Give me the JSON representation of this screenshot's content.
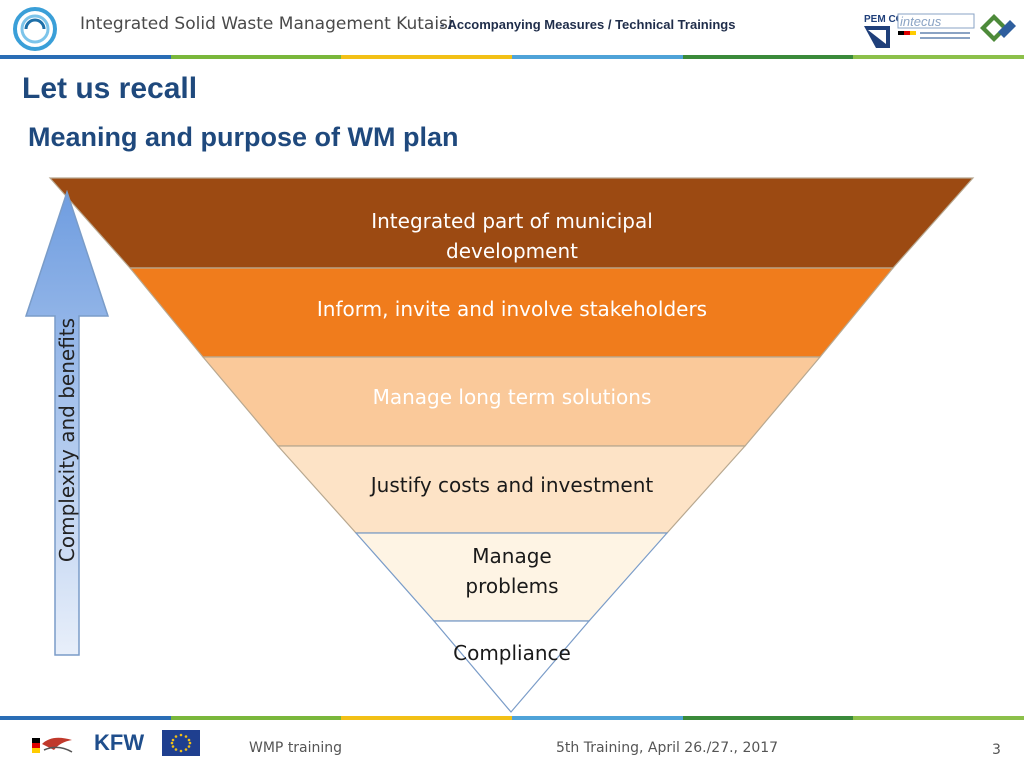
{
  "header": {
    "project_title": "Integrated Solid Waste Management Kutaisi",
    "breadcrumb": "-  Accompanying Measures  /  Technical Trainings",
    "partner_logo_1": "PEM CONSULT",
    "partner_logo_2": "intecus"
  },
  "slide": {
    "title": "Let us recall",
    "subtitle": "Meaning and purpose of WM plan"
  },
  "pyramid": {
    "levels": [
      {
        "label": "Integrated part of municipal development",
        "color": "#9c4a12",
        "text_color": "#ffffff"
      },
      {
        "label": "Inform, invite and involve stakeholders",
        "color": "#f07c1c",
        "text_color": "#ffffff"
      },
      {
        "label": "Manage long term solutions",
        "color": "#fac99a",
        "text_color": "#ffffff"
      },
      {
        "label": "Justify costs and investment",
        "color": "#fde3c6",
        "text_color": "#1a1a1a"
      },
      {
        "label_line1": "Manage",
        "label_line2": "problems",
        "color": "#fef4e4",
        "text_color": "#1a1a1a"
      },
      {
        "label": "Compliance",
        "color": "#ffffff",
        "text_color": "#1a1a1a"
      }
    ]
  },
  "arrow": {
    "label": "Complexity and benefits",
    "color": "#7aa6e6"
  },
  "footer": {
    "logo_text": "KFW",
    "left_text": "WMP training",
    "center_text": "5th Training, April 26./27., 2017",
    "page_number": "3"
  }
}
